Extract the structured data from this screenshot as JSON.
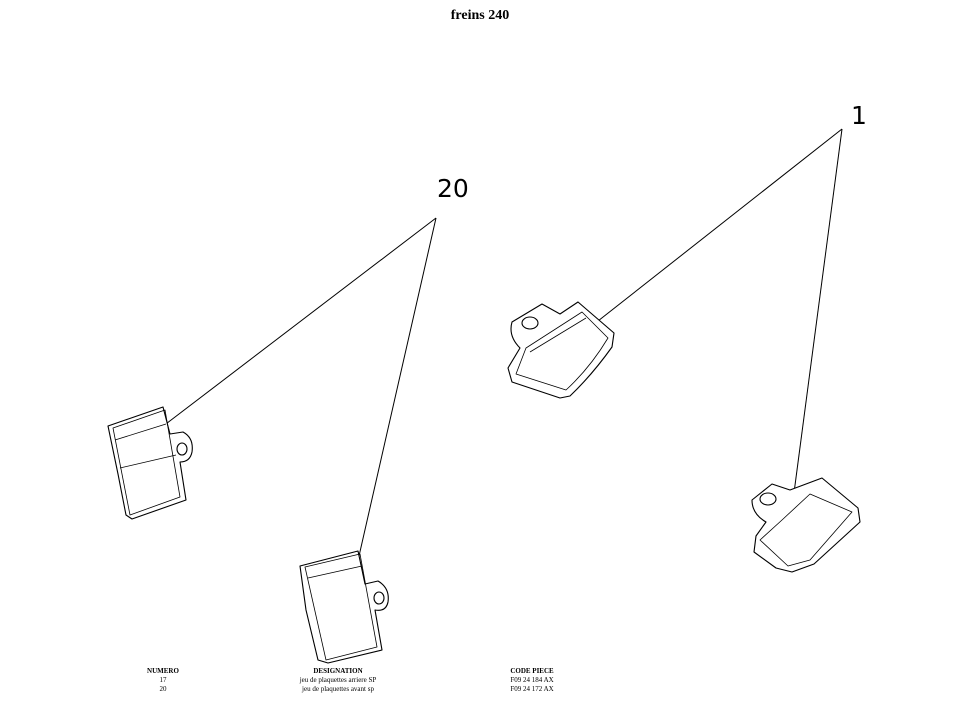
{
  "title": "freins 240",
  "callouts": [
    {
      "label": "20"
    },
    {
      "label": "1"
    }
  ],
  "table": {
    "headers": {
      "numero": "NUMERO",
      "designation": "DESIGNATION",
      "code": "CODE PIECE"
    },
    "rows": [
      {
        "numero": "17",
        "designation": "jeu de plaquettes arriere SP",
        "code": "F09 24 184 AX"
      },
      {
        "numero": "20",
        "designation": "jeu de plaquettes avant sp",
        "code": "F09 24 172 AX"
      }
    ]
  }
}
